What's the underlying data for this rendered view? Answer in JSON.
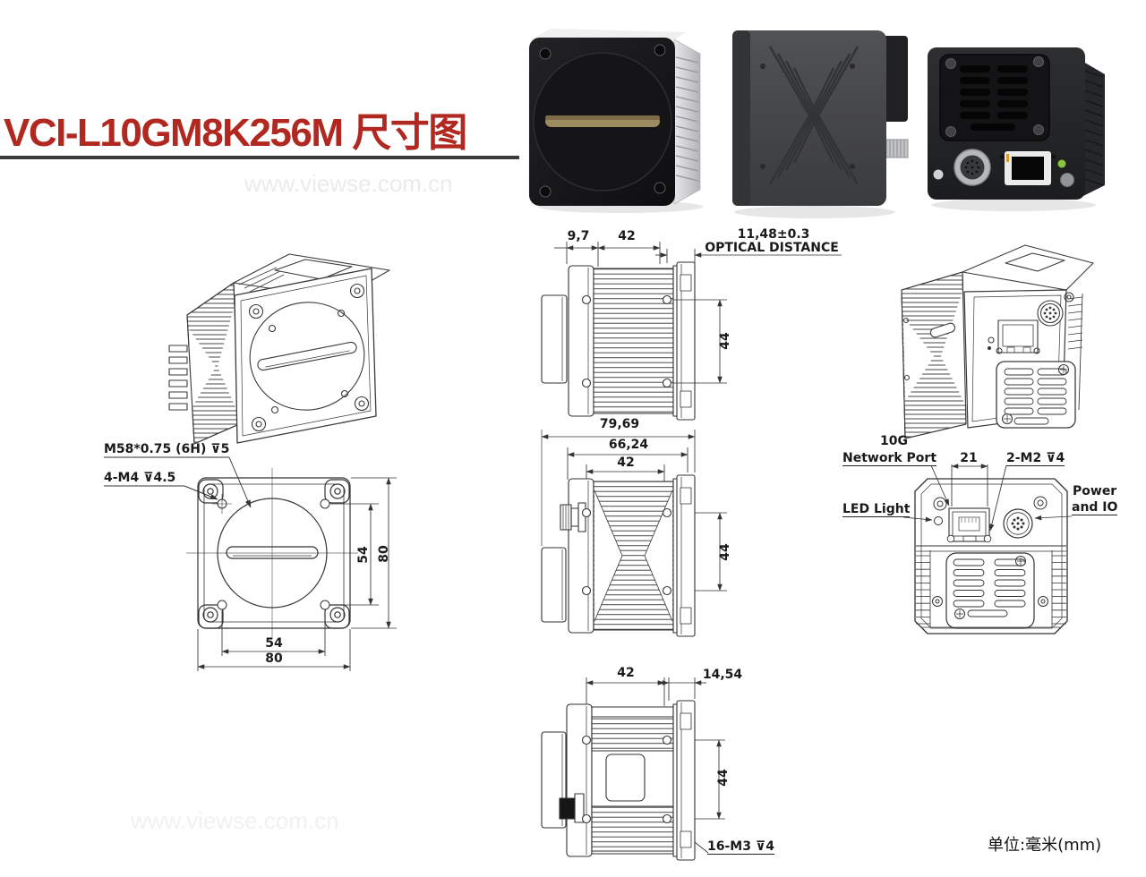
{
  "page": {
    "title": "VCI-L10GM8K256M  尺寸图",
    "unit_note": "单位:毫米(mm)",
    "watermark_top": "www.viewse.com.cn",
    "watermark_bottom": "www.viewse.com.cn",
    "accent_color": "#b02820"
  },
  "front_view": {
    "mount_label": "M58*0.75 (6H)  ⊽5",
    "screw_label": "4-M4 ⊽4.5",
    "dim_hole_v": "54",
    "dim_body_v": "80",
    "dim_hole_h": "54",
    "dim_body_h": "80"
  },
  "side_view": {
    "dim_front": "9,7",
    "dim_mount": "42",
    "dim_optical": "11,48±0.3",
    "optical_label": "OPTICAL DISTANCE",
    "dim_hole_v": "44"
  },
  "top_view": {
    "dim_depth": "79,69",
    "dim_body": "66,24",
    "dim_mount": "42",
    "dim_hole_v": "44"
  },
  "bottom_view": {
    "dim_mount": "42",
    "dim_rear": "14,54",
    "dim_hole_v": "44",
    "screw_label": "16-M3 ⊽4"
  },
  "back_view": {
    "port_label_1": "10G",
    "port_label_2": "Network Port",
    "dim_port": "21",
    "screw_label": "2-M2 ⊽4",
    "led_label": "LED Light",
    "power_label_1": "Power",
    "power_label_2": "and IO"
  }
}
